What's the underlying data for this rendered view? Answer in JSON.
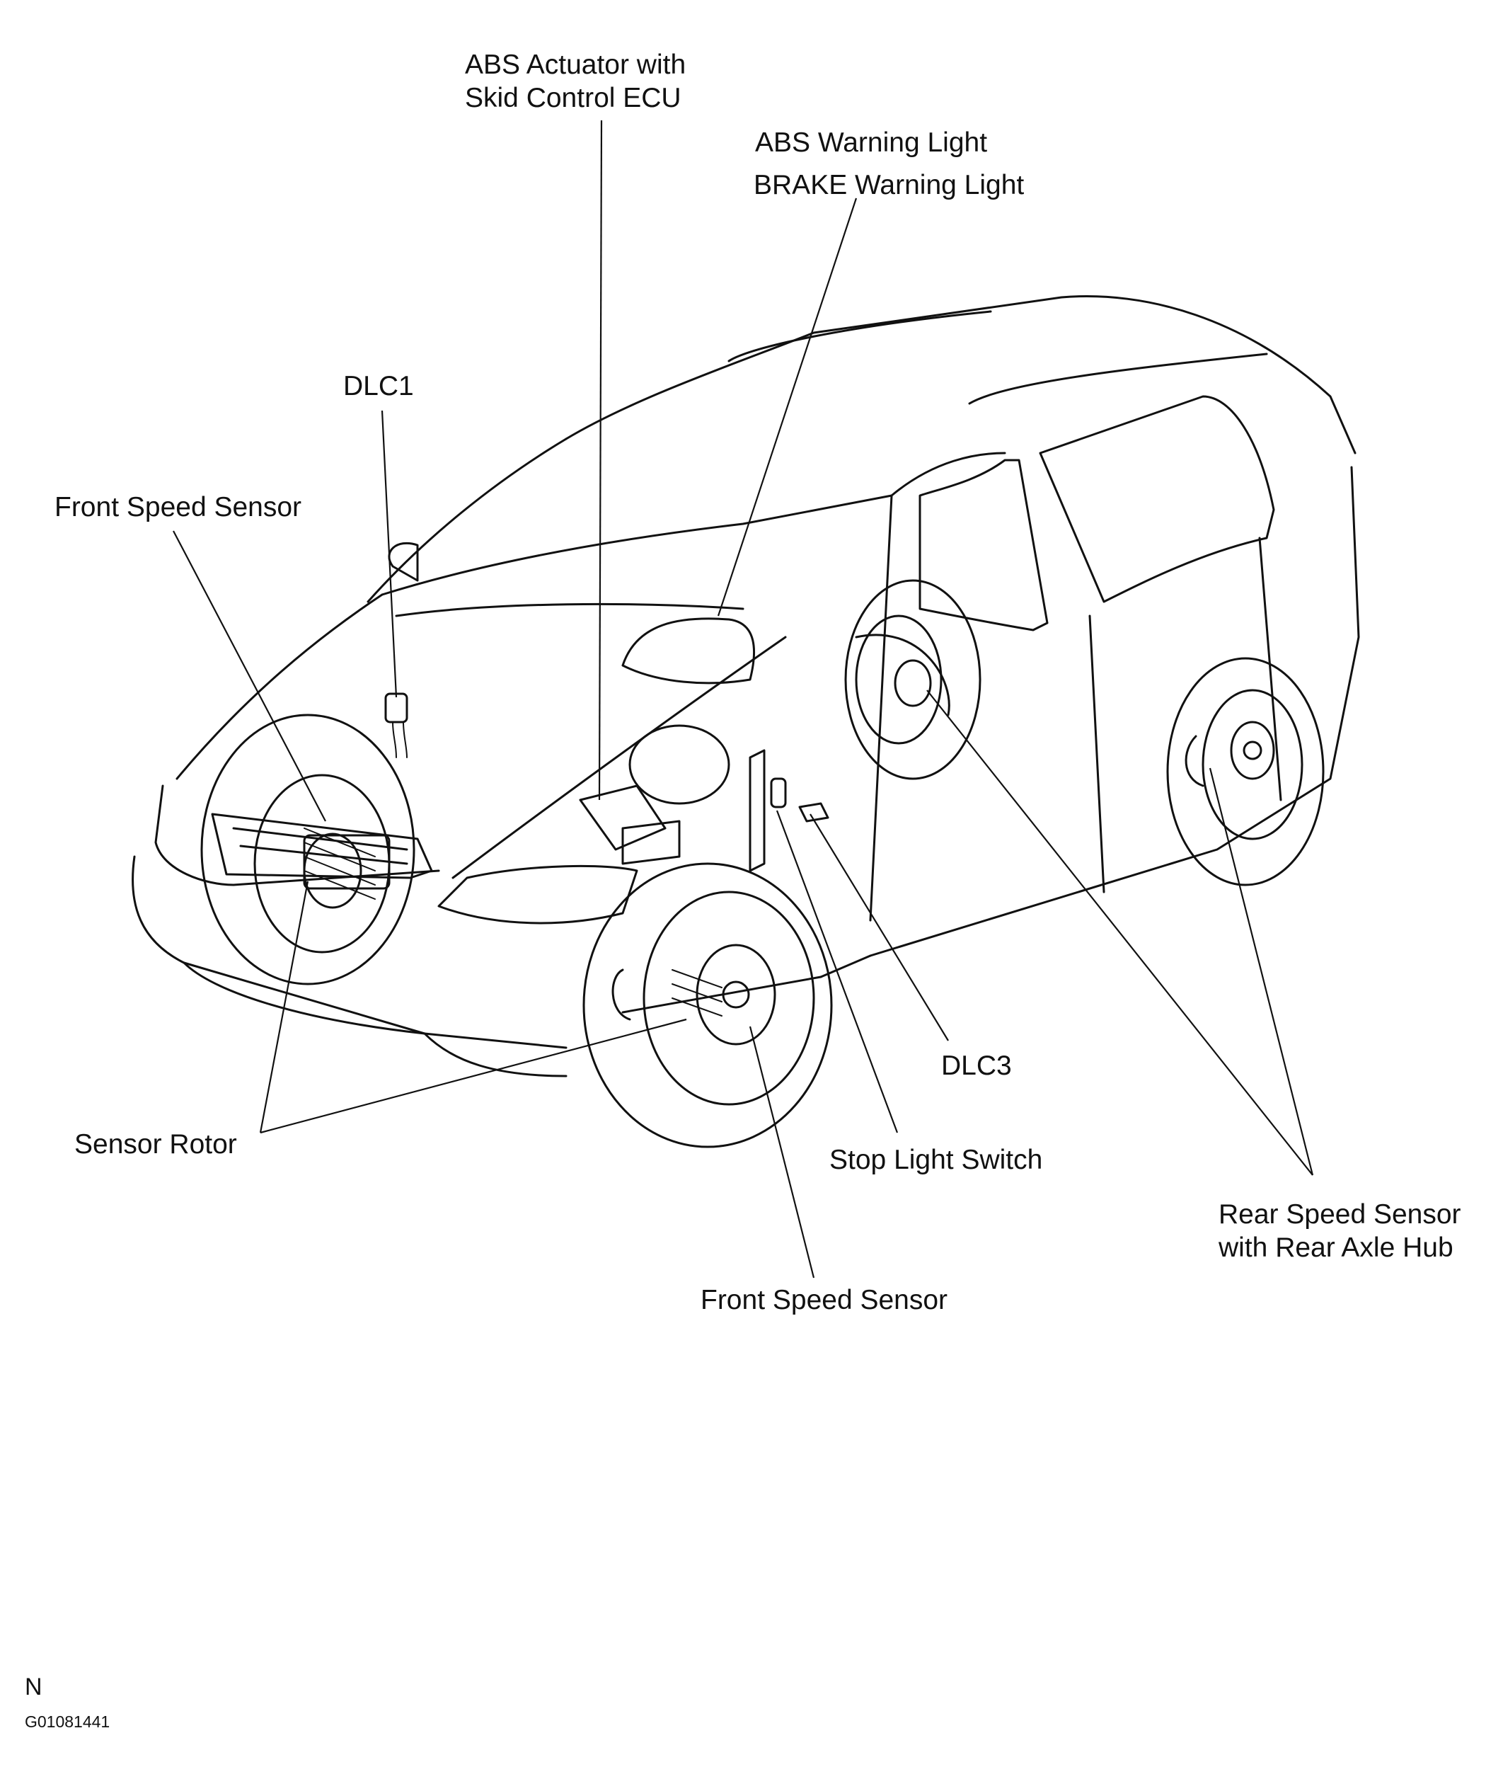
{
  "labels": {
    "abs_actuator": [
      "ABS Actuator with",
      "Skid Control ECU"
    ],
    "abs_warning": "ABS Warning Light",
    "brake_warning": "BRAKE Warning Light",
    "dlc1": "DLC1",
    "front_speed_sensor_left": "Front Speed Sensor",
    "sensor_rotor": "Sensor Rotor",
    "dlc3": "DLC3",
    "stop_light_switch": "Stop Light Switch",
    "rear_speed_sensor": [
      "Rear Speed Sensor",
      "with Rear Axle Hub"
    ],
    "front_speed_sensor_bottom": "Front Speed Sensor"
  },
  "footer": {
    "view_code": "N",
    "figure_id": "G01081441"
  }
}
